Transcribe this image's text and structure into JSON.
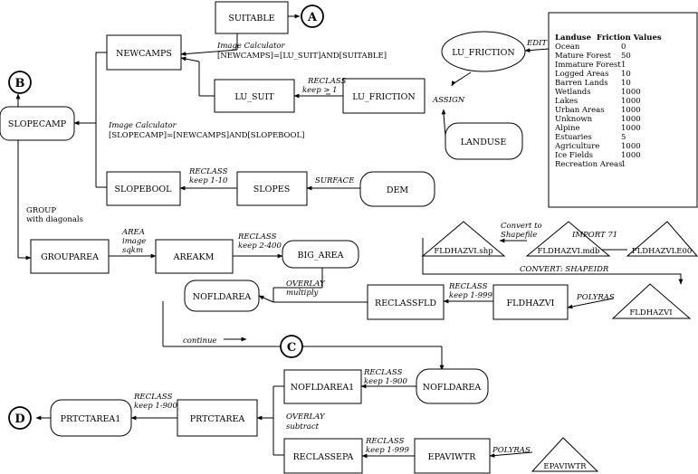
{
  "nodes": {
    "suitable": "SUITABLE",
    "newcamps": "NEWCAMPS",
    "lu_friction_top": "LU_FRICTION",
    "lu_suit": "LU_SUIT",
    "lu_friction_mid": "LU_FRICTION",
    "landuse": "LANDUSE",
    "slopecamp": "SLOPECAMP",
    "slopebool": "SLOPEBOOL",
    "slopes": "SLOPES",
    "dem": "DEM",
    "grouparea": "GROUPAREA",
    "areakm": "AREAKM",
    "big_area": "BIG_AREA",
    "fldhazvi_shp": "FLDHAZVI.shp",
    "fldhazvi_mdb": "FLDHAZVI.mdb",
    "fldhazvle00": "FLDHAZVLE00",
    "nofldarea_top": "NOFLDAREA",
    "reclassfld": "RECLASSFLD",
    "fldhazvi": "FLDHAZVI",
    "fldhazvi_tri": "FLDHAZVI",
    "nofldarea_c": "NOFLDAREA",
    "nofldarea1": "NOFLDAREA1",
    "prtctarea": "PRTCTAREA",
    "prtctarea1": "PRTCTAREA1",
    "reclassepa": "RECLASSEPA",
    "epaviwtr": "EPAVIWTR",
    "epaviwtr_tri": "EPAVIWTR"
  },
  "markers": {
    "a": "A",
    "b": "B",
    "c": "C",
    "d": "D"
  },
  "labels": {
    "image_calc_1": "Image Calculator",
    "newcamps_expr": "[NEWCAMPS]=[LU_SUIT]AND[SUITABLE]",
    "edit": "EDIT",
    "reclass_1": "RECLASS",
    "keep_ge1": "keep > 1",
    "assign": "ASSIGN",
    "image_calc_2": "Image Calculator",
    "slopecamp_expr": "[SLOPECAMP]=[NEWCAMPS]AND[SLOPEBOOL]",
    "reclass_2": "RECLASS",
    "keep_1_10": "keep 1-10",
    "surface": "SURFACE",
    "group": "GROUP",
    "with_diagonals": "with diagonals",
    "area": "AREA",
    "image": "image",
    "sqkm": "sqkm",
    "reclass_3": "RECLASS",
    "keep_2_400": "keep 2-400",
    "convert_to": "Convert to",
    "shapefile": "Shapefile",
    "import71": "IMPORT 71",
    "convert_shapeidr": "CONVERT: SHAPEIDR",
    "overlay_1": "OVERLAY",
    "multiply": "multiply",
    "reclass_4": "RECLASS",
    "keep_1_999_a": "keep 1-999",
    "polyras_1": "POLYRAS",
    "continue": "continue",
    "reclass_5": "RECLASS",
    "keep_1_900_a": "keep 1-900",
    "overlay_2": "OVERLAY",
    "subtract": "subtract",
    "reclass_6": "RECLASS",
    "keep_1_900_b": "keep 1-900",
    "reclass_7": "RECLASS",
    "keep_1_999_b": "keep 1-999",
    "polyras_2": "POLYRAS"
  },
  "legend": {
    "header_col1": "Landuse",
    "header_col2": "Friction Values",
    "rows": [
      [
        "Ocean",
        "0"
      ],
      [
        "Mature Forest",
        "50"
      ],
      [
        "Immature Forest",
        "1"
      ],
      [
        "Logged Areas",
        "10"
      ],
      [
        "Barren Lands",
        "10"
      ],
      [
        "Wetlands",
        "1000"
      ],
      [
        "Lakes",
        "1000"
      ],
      [
        "Urban Areas",
        "1000"
      ],
      [
        "Unknown",
        "1000"
      ],
      [
        "Alpine",
        "1000"
      ],
      [
        "Estuaries",
        "5"
      ],
      [
        "Agriculture",
        "1000"
      ],
      [
        "Ice Fields",
        "1000"
      ],
      [
        "Recreation Areas",
        "1"
      ]
    ]
  }
}
